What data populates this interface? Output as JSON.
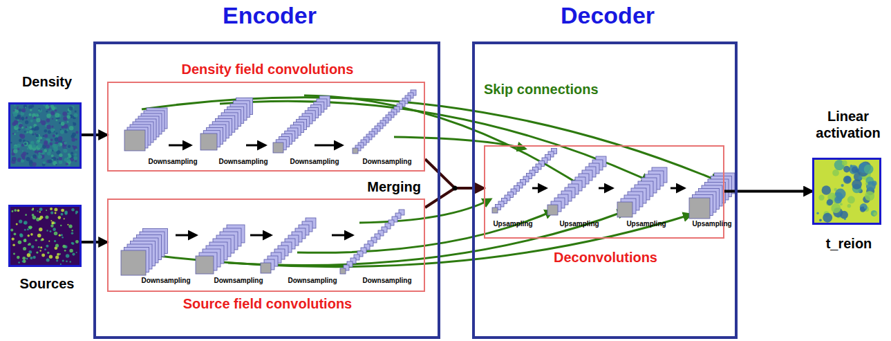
{
  "diagram": {
    "nodes": [
      {
        "text": [
          "Density"
        ]
      },
      {
        "text": [
          "Sources"
        ]
      },
      {
        "text": [
          "Encoder"
        ]
      },
      {
        "text": [
          "Density field convolutions"
        ],
        "in": 2
      },
      {
        "text": [
          "Source field convolutions"
        ],
        "in": 2
      },
      {
        "text": [
          "Decoder"
        ]
      },
      {
        "text": [
          "Deconvolutions"
        ],
        "in": 5
      },
      {
        "text": [
          "Linear activation",
          "t_reion"
        ]
      }
    ],
    "edges": [
      {
        "from": 0,
        "to": 3,
        "arrow": "to"
      },
      {
        "from": 1,
        "to": 4,
        "arrow": "to"
      },
      {
        "from": 3,
        "to": 6,
        "label": "Merging",
        "arrow": "to"
      },
      {
        "from": 4,
        "to": 6,
        "arrow": "to"
      },
      {
        "from": 6,
        "to": 7,
        "arrow": "to"
      }
    ],
    "labels": [
      "Skip connections",
      "Downsampling",
      "Downsampling",
      "Downsampling",
      "Downsampling",
      "Downsampling",
      "Downsampling",
      "Downsampling",
      "Downsampling",
      "Upsampling",
      "Upsampling",
      "Upsampling",
      "Upsampling"
    ]
  }
}
